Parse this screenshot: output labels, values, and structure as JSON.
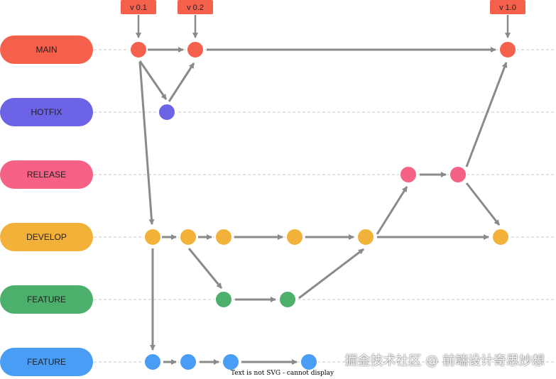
{
  "branches": [
    {
      "label": "MAIN",
      "color": "#f4604c"
    },
    {
      "label": "HOTFIX",
      "color": "#6c63e6"
    },
    {
      "label": "RELEASE",
      "color": "#f56285"
    },
    {
      "label": "DEVELOP",
      "color": "#f2b138"
    },
    {
      "label": "FEATURE",
      "color": "#4caf6c"
    },
    {
      "label": "FEATURE",
      "color": "#4a9df5"
    }
  ],
  "tags": [
    "v 0.1",
    "v 0.2",
    "v 1.0"
  ],
  "colors": {
    "tag": "#f4604c",
    "edge": "#8a8a8a",
    "lane": "#c9c9c9"
  },
  "watermark": "掘金技术社区 @ 前端设计奇思妙想",
  "notice": "Text is not SVG - cannot display"
}
